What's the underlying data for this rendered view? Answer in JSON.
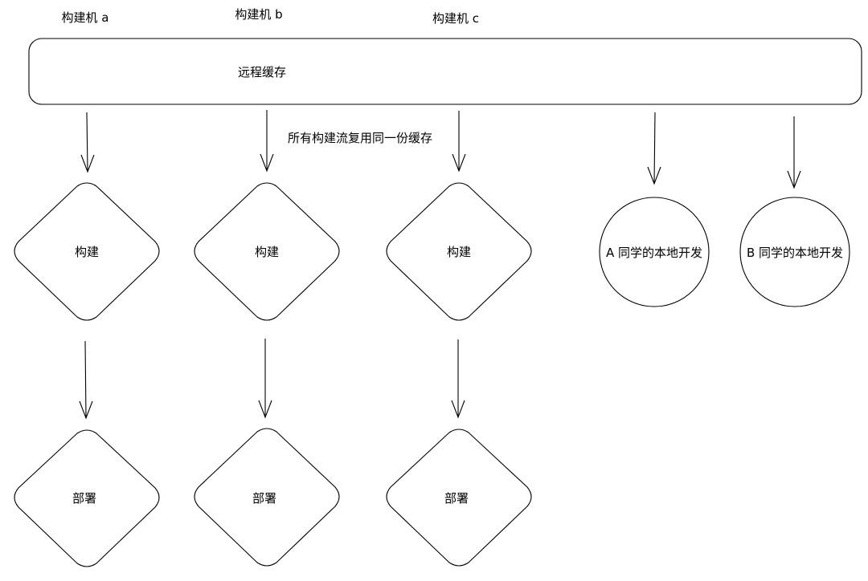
{
  "builders": {
    "a": "构建机 a",
    "b": "构建机 b",
    "c": "构建机 c"
  },
  "remote_cache": "远程缓存",
  "shared_cache_note": "所有构建流复用同一份缓存",
  "build_steps": [
    "构建",
    "构建",
    "构建"
  ],
  "deploy_steps": [
    "部署",
    "部署",
    "部署"
  ],
  "local_dev": {
    "a": "A 同学的本地开发",
    "b": "B 同学的本地开发"
  }
}
